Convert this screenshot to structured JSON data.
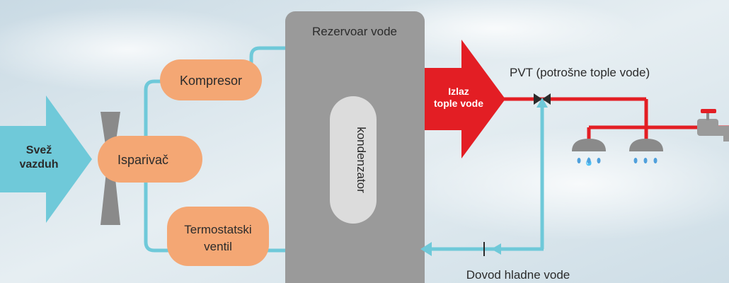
{
  "labels": {
    "fresh_air": [
      "Svež",
      "vazduh"
    ],
    "evaporator": "Isparivač",
    "compressor": "Kompresor",
    "thermostatic_valve": [
      "Termostatski",
      "ventil"
    ],
    "tank": "Rezervoar vode",
    "condenser": "kondenzator",
    "hot_water_outlet": [
      "Izlaz",
      "tople vode"
    ],
    "pvt": "PVT (potrošne tople vode)",
    "cold_water_inlet": "Dovod hladne vode"
  },
  "colors": {
    "sky": "#dce7ee",
    "refrigerant_pipe": "#6fc9d9",
    "hot_pipe": "#e31e24",
    "cold_pipe": "#6fc9d9",
    "component_fill": "#f4a774",
    "tank_fill": "#9a9a9a",
    "condenser_fill": "#dcdcdc",
    "fan": "#888888",
    "text": "#2b2b2b",
    "drops": "#4fa0dc"
  }
}
